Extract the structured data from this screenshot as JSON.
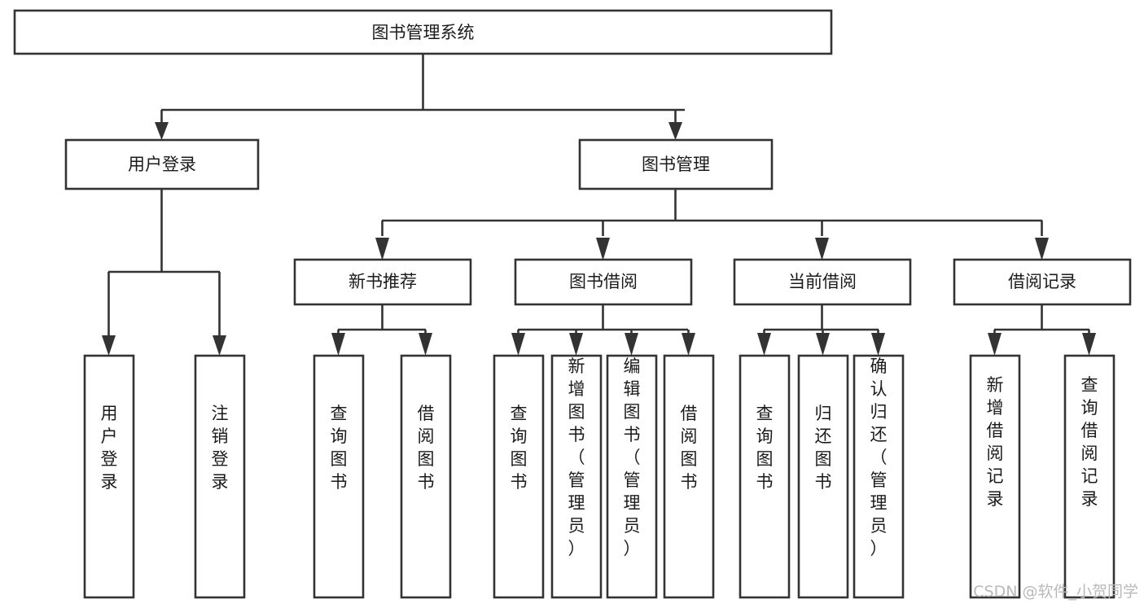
{
  "diagram": {
    "title": "图书管理系统",
    "type": "tree-hierarchy-chart",
    "orientation": "top-down",
    "box_fill": "#ffffff",
    "box_stroke": "#333333",
    "text_color": "#1b1b1b",
    "root": {
      "label": "图书管理系统"
    },
    "level1": [
      {
        "label": "用户登录"
      },
      {
        "label": "图书管理"
      }
    ],
    "level2": [
      {
        "label": "新书推荐"
      },
      {
        "label": "图书借阅"
      },
      {
        "label": "当前借阅"
      },
      {
        "label": "借阅记录"
      }
    ],
    "leaves": {
      "user_login": [
        {
          "label": "用户登录"
        },
        {
          "label": "注销登录"
        }
      ],
      "new_book_recommend": [
        {
          "label": "查询图书"
        },
        {
          "label": "借阅图书"
        }
      ],
      "book_borrow": [
        {
          "label": "查询图书"
        },
        {
          "label": "新增图书（管理员）"
        },
        {
          "label": "编辑图书（管理员）"
        },
        {
          "label": "借阅图书"
        }
      ],
      "current_borrow": [
        {
          "label": "查询图书"
        },
        {
          "label": "归还图书"
        },
        {
          "label": "确认归还（管理员）"
        }
      ],
      "borrow_record": [
        {
          "label": "新增借阅记录"
        },
        {
          "label": "查询借阅记录"
        }
      ]
    }
  },
  "watermark": {
    "label": "CSDN @软件_小贺同学",
    "color": "#b9b9b9"
  }
}
